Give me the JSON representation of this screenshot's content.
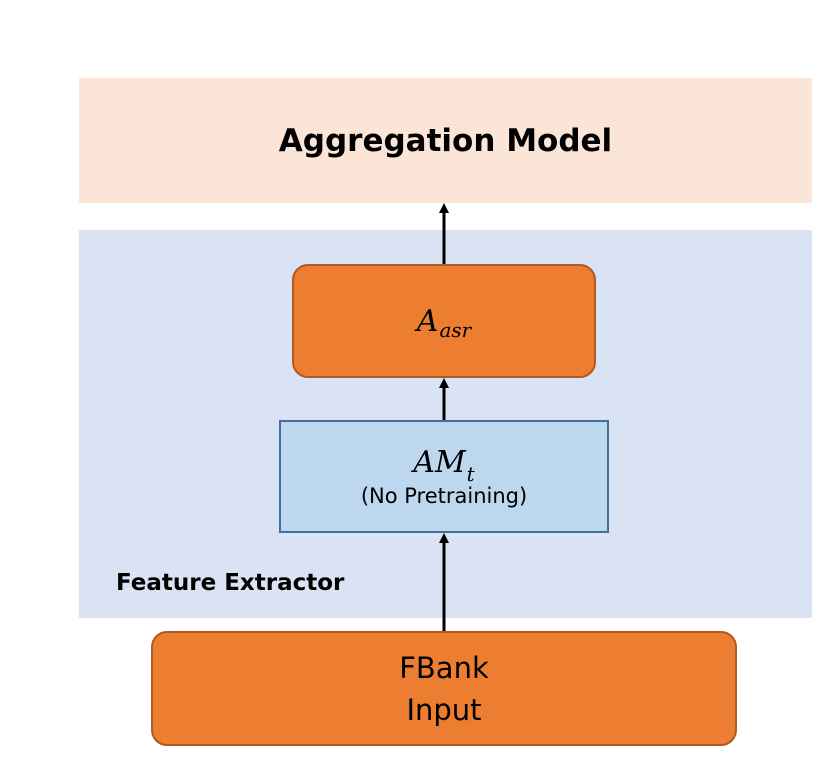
{
  "aggregation": {
    "title": "Aggregation Model"
  },
  "feature_extractor": {
    "label": "Feature Extractor"
  },
  "asr_block": {
    "symbol": "A",
    "subscript": "asr"
  },
  "am_block": {
    "symbol": "AM",
    "subscript": "t",
    "note": "(No Pretraining)"
  },
  "input_block": {
    "line1": "FBank",
    "line2": "Input"
  },
  "colors": {
    "aggregation_bg": "#fbe5d6",
    "feature_extractor_bg": "#dae3f3",
    "orange_block": "#ed7d31",
    "blue_block": "#bdd7ee",
    "blue_border": "#41719c"
  }
}
